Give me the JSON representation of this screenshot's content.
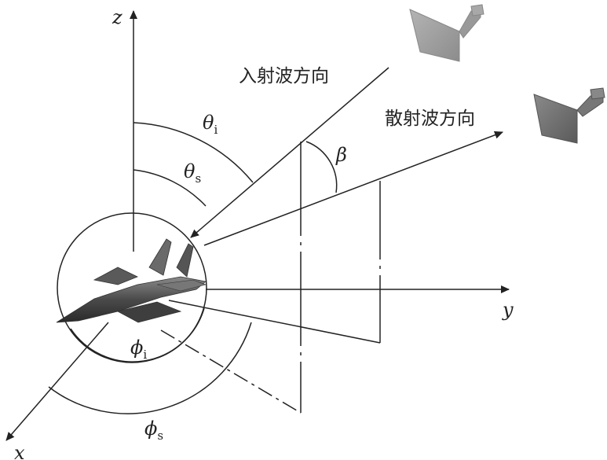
{
  "axes": {
    "z": "z",
    "y": "y",
    "x": "x"
  },
  "angles": {
    "theta_i": {
      "symbol": "θ",
      "sub": "i"
    },
    "theta_s": {
      "symbol": "θ",
      "sub": "s"
    },
    "phi_i": {
      "symbol": "ϕ",
      "sub": "i"
    },
    "phi_s": {
      "symbol": "ϕ",
      "sub": "s"
    },
    "beta": {
      "symbol": "β"
    }
  },
  "labels": {
    "incident": "入射波方向",
    "scattered": "散射波方向"
  },
  "colors": {
    "line": "#222222",
    "aircraft": "#4a4a4a",
    "horn_tx": "#9a9a9a",
    "horn_rx": "#6e6e6e"
  }
}
